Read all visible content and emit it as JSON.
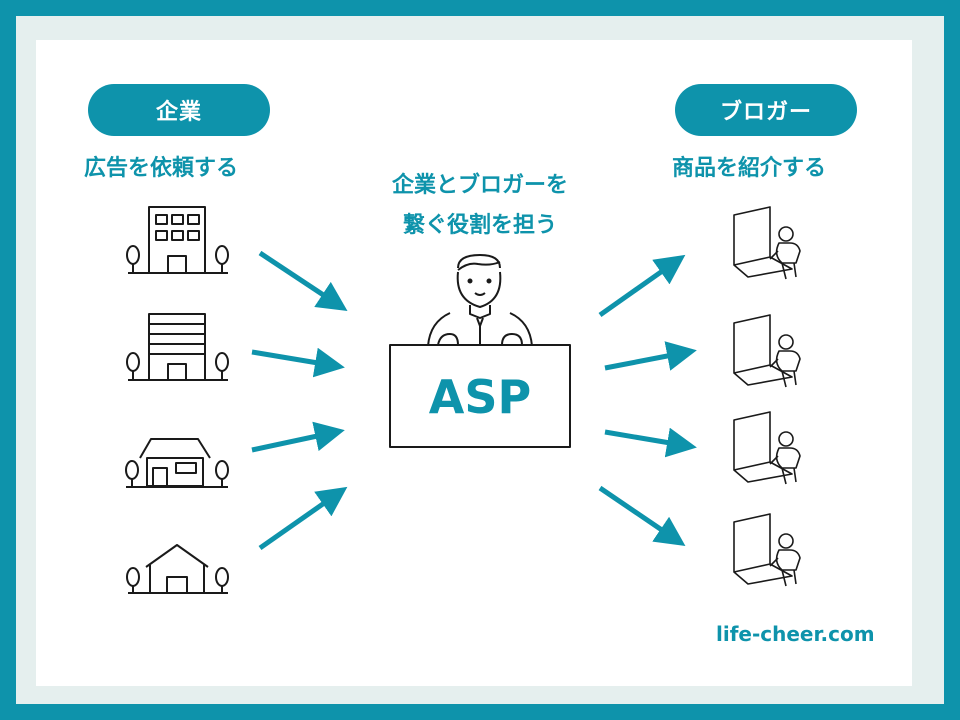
{
  "left": {
    "pill_label": "企業",
    "caption": "広告を依頼する"
  },
  "right": {
    "pill_label": "ブロガー",
    "caption": "商品を紹介する"
  },
  "center": {
    "line1": "企業とブロガーを",
    "line2": "繋ぐ役割を担う",
    "sign_text": "ASP"
  },
  "footer": {
    "site": "life-cheer.com"
  },
  "colors": {
    "accent": "#0e93ab",
    "frame_inner": "#e5efee",
    "line": "#1a1a1a"
  },
  "icons": {
    "left": [
      "office-building-icon",
      "apartment-building-icon",
      "house-icon",
      "small-house-icon"
    ],
    "center": "businessman-holding-sign-icon",
    "right": [
      "blogger-laptop-icon",
      "blogger-laptop-icon",
      "blogger-laptop-icon",
      "blogger-laptop-icon"
    ]
  }
}
